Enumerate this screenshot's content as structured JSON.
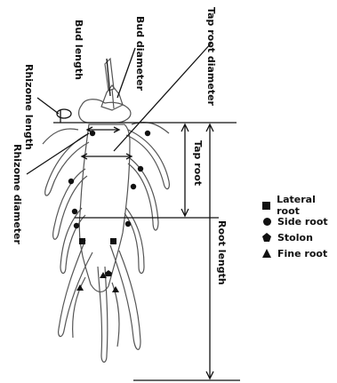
{
  "labels": {
    "bud_length": "Bud length",
    "bud_diameter": "Bud diameter",
    "tap_root_diameter": "Tap root diameter",
    "rhizome_length": "Rhizome length",
    "rhizome_diameter": "Rhizome diameter",
    "tap_root": "Tap root",
    "root_length": "Root length"
  },
  "legend": [
    {
      "label": "Lateral root",
      "marker": "square"
    },
    {
      "label": "Side root",
      "marker": "circle"
    },
    {
      "label": "Stolon",
      "marker": "pentagon"
    },
    {
      "label": "Fine root",
      "marker": "triangle"
    }
  ],
  "colors": {
    "ink": "#111111",
    "sketch": "#555555",
    "background": "#ffffff"
  }
}
